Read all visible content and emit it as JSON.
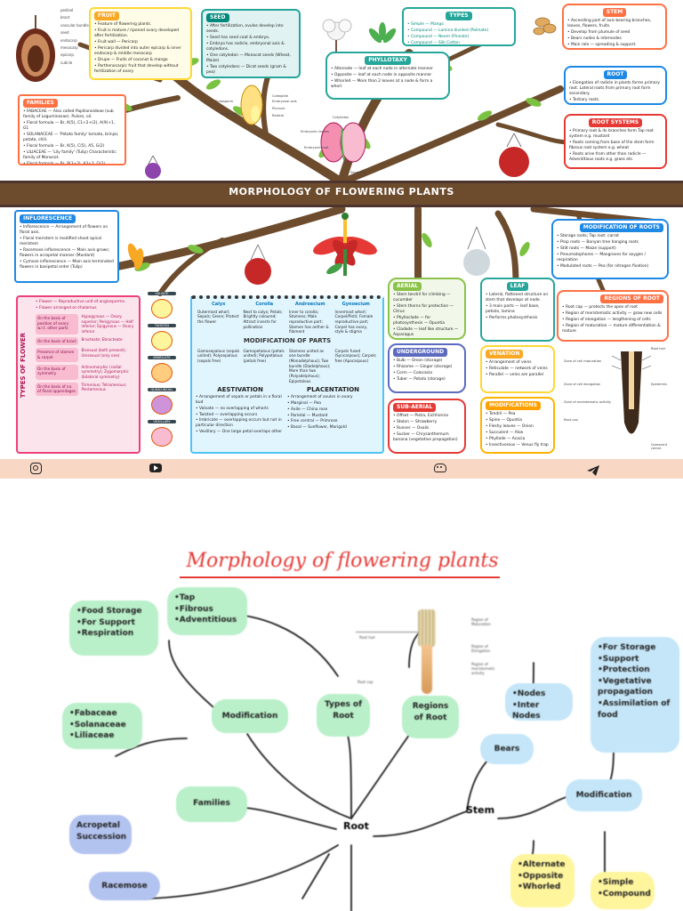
{
  "banner": {
    "title": "MORPHOLOGY OF FLOWERING PLANTS"
  },
  "pedicel": {
    "labels": [
      "pedicel",
      "bract",
      "vascular bundles",
      "seed",
      "endocarp",
      "mesocarp",
      "epicarp",
      "cuticle"
    ]
  },
  "fruit": {
    "title": "FRUIT",
    "items": [
      "Feature of flowering plants.",
      "Fruit is mature / ripened ovary developed after fertilization.",
      "Fruit wall — Pericarp",
      "Pericarp divided into outer epicarp & inner endocarp & middle mesocarp",
      "Drupe — Fruits of coconut & mango",
      "Parthenocarpic fruit that develop without fertilization of ovary"
    ]
  },
  "seed": {
    "title": "SEED",
    "items": [
      "After fertilization, ovules develop into seeds.",
      "Seed has seed coat & embryo.",
      "Embryo has radicle, embryonal axis & cotyledons.",
      "One cotyledon — Monocot seeds (Wheat, Maize)",
      "Two cotyledons — Dicot seeds (gram & pea)"
    ],
    "diagram": [
      "Endosperm",
      "Coleoptile",
      "Embryonal axis",
      "Seed coat",
      "Plumule",
      "Radicle"
    ]
  },
  "types": {
    "title": "TYPES",
    "items": [
      "Simple — Mango",
      "Compound — Lamina divided (Palmate)",
      "Compound — Neem (Pinnate)",
      "Compound — Silk Cotton"
    ]
  },
  "phyllotaxy": {
    "title": "PHYLLOTAXY",
    "items": [
      "Alternate — leaf at each node in alternate manner",
      "Opposite — leaf at each node in opposite manner",
      "Whorled — More than 2 leaves at a node & form a whorl."
    ]
  },
  "dicot": {
    "labels": [
      "Cotyledon",
      "Embryonic leaves",
      "Embryonic root",
      "Seed coat"
    ]
  },
  "stem": {
    "title": "STEM",
    "items": [
      "Ascending part of axis bearing branches, leaves, flowers, fruits.",
      "Develop from plumule of seed",
      "Bears nodes & internodes",
      "Main role — spreading & support."
    ]
  },
  "root": {
    "title": "ROOT",
    "items": [
      "Elongation of radicle in plants forms primary root. Lateral roots from primary root form secondary.",
      "Tertiary roots."
    ]
  },
  "rootsys": {
    "title": "ROOT SYSTEMS",
    "items": [
      "Primary root & its branches form Tap root system e.g. mustard",
      "Roots coming from base of the stem form fibrous root system e.g. wheat",
      "Roots arise from other than radicle — Adventitious roots e.g. grass etc."
    ]
  },
  "families": {
    "title": "FAMILIES",
    "items": [
      "FABACEAE — Also called Papilionoideae (sub family of Leguminosae). Pulses, oil.",
      "Floral formula — Br, K(5), C1+2+(2), A(9)+1, G1",
      "SOLANACEAE — 'Potato family' tomato, brinjal, potato, chili.",
      "Floral formula — Br, K(5), C(5), A5, G(2)",
      "LILIACEAE — 'Lily family' (Tulip) Characteristic family of Monocot.",
      "Floral formula — Br, P(3+3), A3+3, G(3)"
    ]
  },
  "inflor": {
    "title": "INFLORESCENCE",
    "items": [
      "Inflorescence — Arrangement of flowers on floral axis.",
      "Floral meristem is modified shoot apical meristem",
      "Racemose inflorescence — Main axis grows; flowers in acropetal manner (Mustard)",
      "Cymose inflorescence — Main axis terminated flowers in basipetal order (Tulip)"
    ]
  },
  "tof": {
    "side": "TYPES OF FLOWER",
    "head": [
      "Flower — Reproductive unit of angiosperms.",
      "Flower arranged on thalamus"
    ],
    "rows": [
      {
        "k": "On the basis of position of ovary w.r.t. other parts",
        "v": "Hypogynous — Ovary superior; Perigynous — Half inferior; Epigynous — Ovary inferior"
      },
      {
        "k": "On the basis of bract",
        "v": "Bracteate; Ebracteate"
      },
      {
        "k": "Presence of stamen & carpel",
        "v": "Bisexual (both present); Unisexual (only one)"
      },
      {
        "k": "On the basis of symmetry",
        "v": "Actinomorphic (radial symmetry); Zygomorphic (bilateral symmetry)"
      },
      {
        "k": "On the basis of no. of floral appendages",
        "v": "Trimerous; Tetramerous; Pentamerous"
      }
    ],
    "thumbs": [
      "VALVATE",
      "TWISTED",
      "IMBRICATE",
      "QUINCUNCIAL",
      "VEXILLARY"
    ]
  },
  "parts": {
    "cols": [
      "Calyx",
      "Corolla",
      "Androecium",
      "Gynoecium"
    ],
    "cells": [
      "Outermost whorl; Sepals; Green; Protect the flower",
      "Next to calyx; Petals; Brightly coloured; Attract insects for pollination",
      "Inner to corolla; Stamens; Male reproductive part; Stamen has anther & filament",
      "Innermost whorl; Carpel/Pistil; Female reproductive part; Carpel has ovary, style & stigma"
    ],
    "title": "MODIFICATION OF PARTS",
    "cells2": [
      "Gamosepalous (sepals united); Polysepalous (sepals free)",
      "Gamopetalous (petals united); Polypetalous (petals free)",
      "Stamens united as one bundle (Monadelphous); Two bundle (Diadelphous); More than two (Polyadelphous); Epipetalous",
      "Carpels fused (Syncarpous); Carpels free (Apocarpous)"
    ],
    "aest": {
      "title": "AESTIVATION",
      "items": [
        "Arrangement of sepals or petals in a floral bud",
        "Valvate — no overlapping of whorls",
        "Twisted — overlapping occurs",
        "Imbricate — overlapping occurs but not in particular direction",
        "Vexillary — One large petal overlaps other"
      ]
    },
    "plac": {
      "title": "PLACENTATION",
      "items": [
        "Arrangement of ovules in ovary",
        "Marginal — Pea",
        "Axile — China rose",
        "Parietal — Mustard",
        "Free central — Primrose",
        "Basal — Sunflower, Marigold"
      ]
    }
  },
  "aerial": {
    "title": "AERIAL",
    "items": [
      "Stem tendril for climbing — cucumber",
      "Stem thorns for protection — Citrus",
      "Phylloclade — for photosynthesis — Opuntia",
      "Cladode — leaf like structure — Asparagus"
    ]
  },
  "underground": {
    "title": "UNDERGROUND",
    "items": [
      "Bulb — Onion (storage)",
      "Rhizome — Ginger (storage)",
      "Corm — Colocasia",
      "Tuber — Potato (storage)"
    ]
  },
  "subaerial": {
    "title": "SUB-AERIAL",
    "items": [
      "Offset — Pistia, Eichhornia",
      "Stolon — Strawberry",
      "Runner — Oxalis",
      "Sucker — Chrysanthemum banana (vegetative propagation)"
    ]
  },
  "leaf": {
    "title": "LEAF",
    "items": [
      "Lateral, flattened structure on stem that develops at node.",
      "3 main parts — leaf base, petiole, lamina",
      "Performs photosynthesis"
    ]
  },
  "venation": {
    "title": "VENATION",
    "items": [
      "Arrangement of veins",
      "Reticulate — network of veins",
      "Parallel — veins are parallel"
    ]
  },
  "leafmod": {
    "title": "MODIFICATIONS",
    "items": [
      "Tendril — Pea",
      "Spine — Opuntia",
      "Fleshy leaves — Onion",
      "Succulent — Aloe",
      "Phyllode — Acacia",
      "Insectivorous — Venus fly trap"
    ]
  },
  "modroots": {
    "title": "MODIFICATION OF ROOTS",
    "items": [
      "Storage roots; Tap root: carrot",
      "Prop roots — Banyan tree hanging roots",
      "Stilt roots — Maize (support)",
      "Pneumatophores — Mangroves for oxygen / respiration",
      "Modulated roots — Pea (for nitrogen fixation)"
    ]
  },
  "regions": {
    "title": "REGIONS OF ROOT",
    "items": [
      "Root cap — protects the apex of root",
      "Region of meristematic activity — grow new cells",
      "Region of elongation — lengthening of cells",
      "Region of maturation — mature differentiation & mature"
    ],
    "labels": [
      "Root hair",
      "Zone of cell maturation",
      "Zone of cell elongation",
      "Zone of meristematic activity",
      "Epidermis",
      "Root cap",
      "Quiescent centre"
    ]
  },
  "footer": {
    "icons": [
      "instagram-icon",
      "youtube-icon",
      "discord-icon",
      "telegram-icon"
    ]
  },
  "map": {
    "title": "Morphology of flowering plants",
    "root": "Root",
    "stem": "Stem",
    "left_top": [
      "Food Storage",
      "For Support",
      "Respiration"
    ],
    "types_list": [
      "Tap",
      "Fibrous",
      "Adventitious"
    ],
    "modification": "Modification",
    "types_root": "Types of Root",
    "regions_root": "Regions of Root",
    "families": "Families",
    "fam_list": [
      "Fabaceae",
      "Solanaceae",
      "Liliaceae"
    ],
    "acropetal": [
      "Acropetal",
      "Succession"
    ],
    "racemose": "Racemose",
    "nodes": [
      "Nodes",
      "Inter Nodes"
    ],
    "bears": "Bears",
    "stem_list": [
      "For Storage",
      "Support",
      "Protection",
      "Vegetative propagation",
      "Assimilation of food"
    ],
    "stem_mod": "Modification",
    "phyllo": [
      "Alternate",
      "Opposite",
      "Whorled"
    ],
    "leaf_types": [
      "Simple",
      "Compound"
    ],
    "diagram_labels": [
      "Root hair",
      "Region of Maturation",
      "Region of Elongation",
      "Region of meristematic activity",
      "Root cap"
    ]
  },
  "colors": {
    "green": "#8bc34a",
    "teal": "#26a69a",
    "orange": "#ff7043",
    "red": "#e53935",
    "blue": "#1e88e5",
    "pink": "#ec407a",
    "yellow": "#fdd835",
    "brown": "#6d4c2e"
  }
}
